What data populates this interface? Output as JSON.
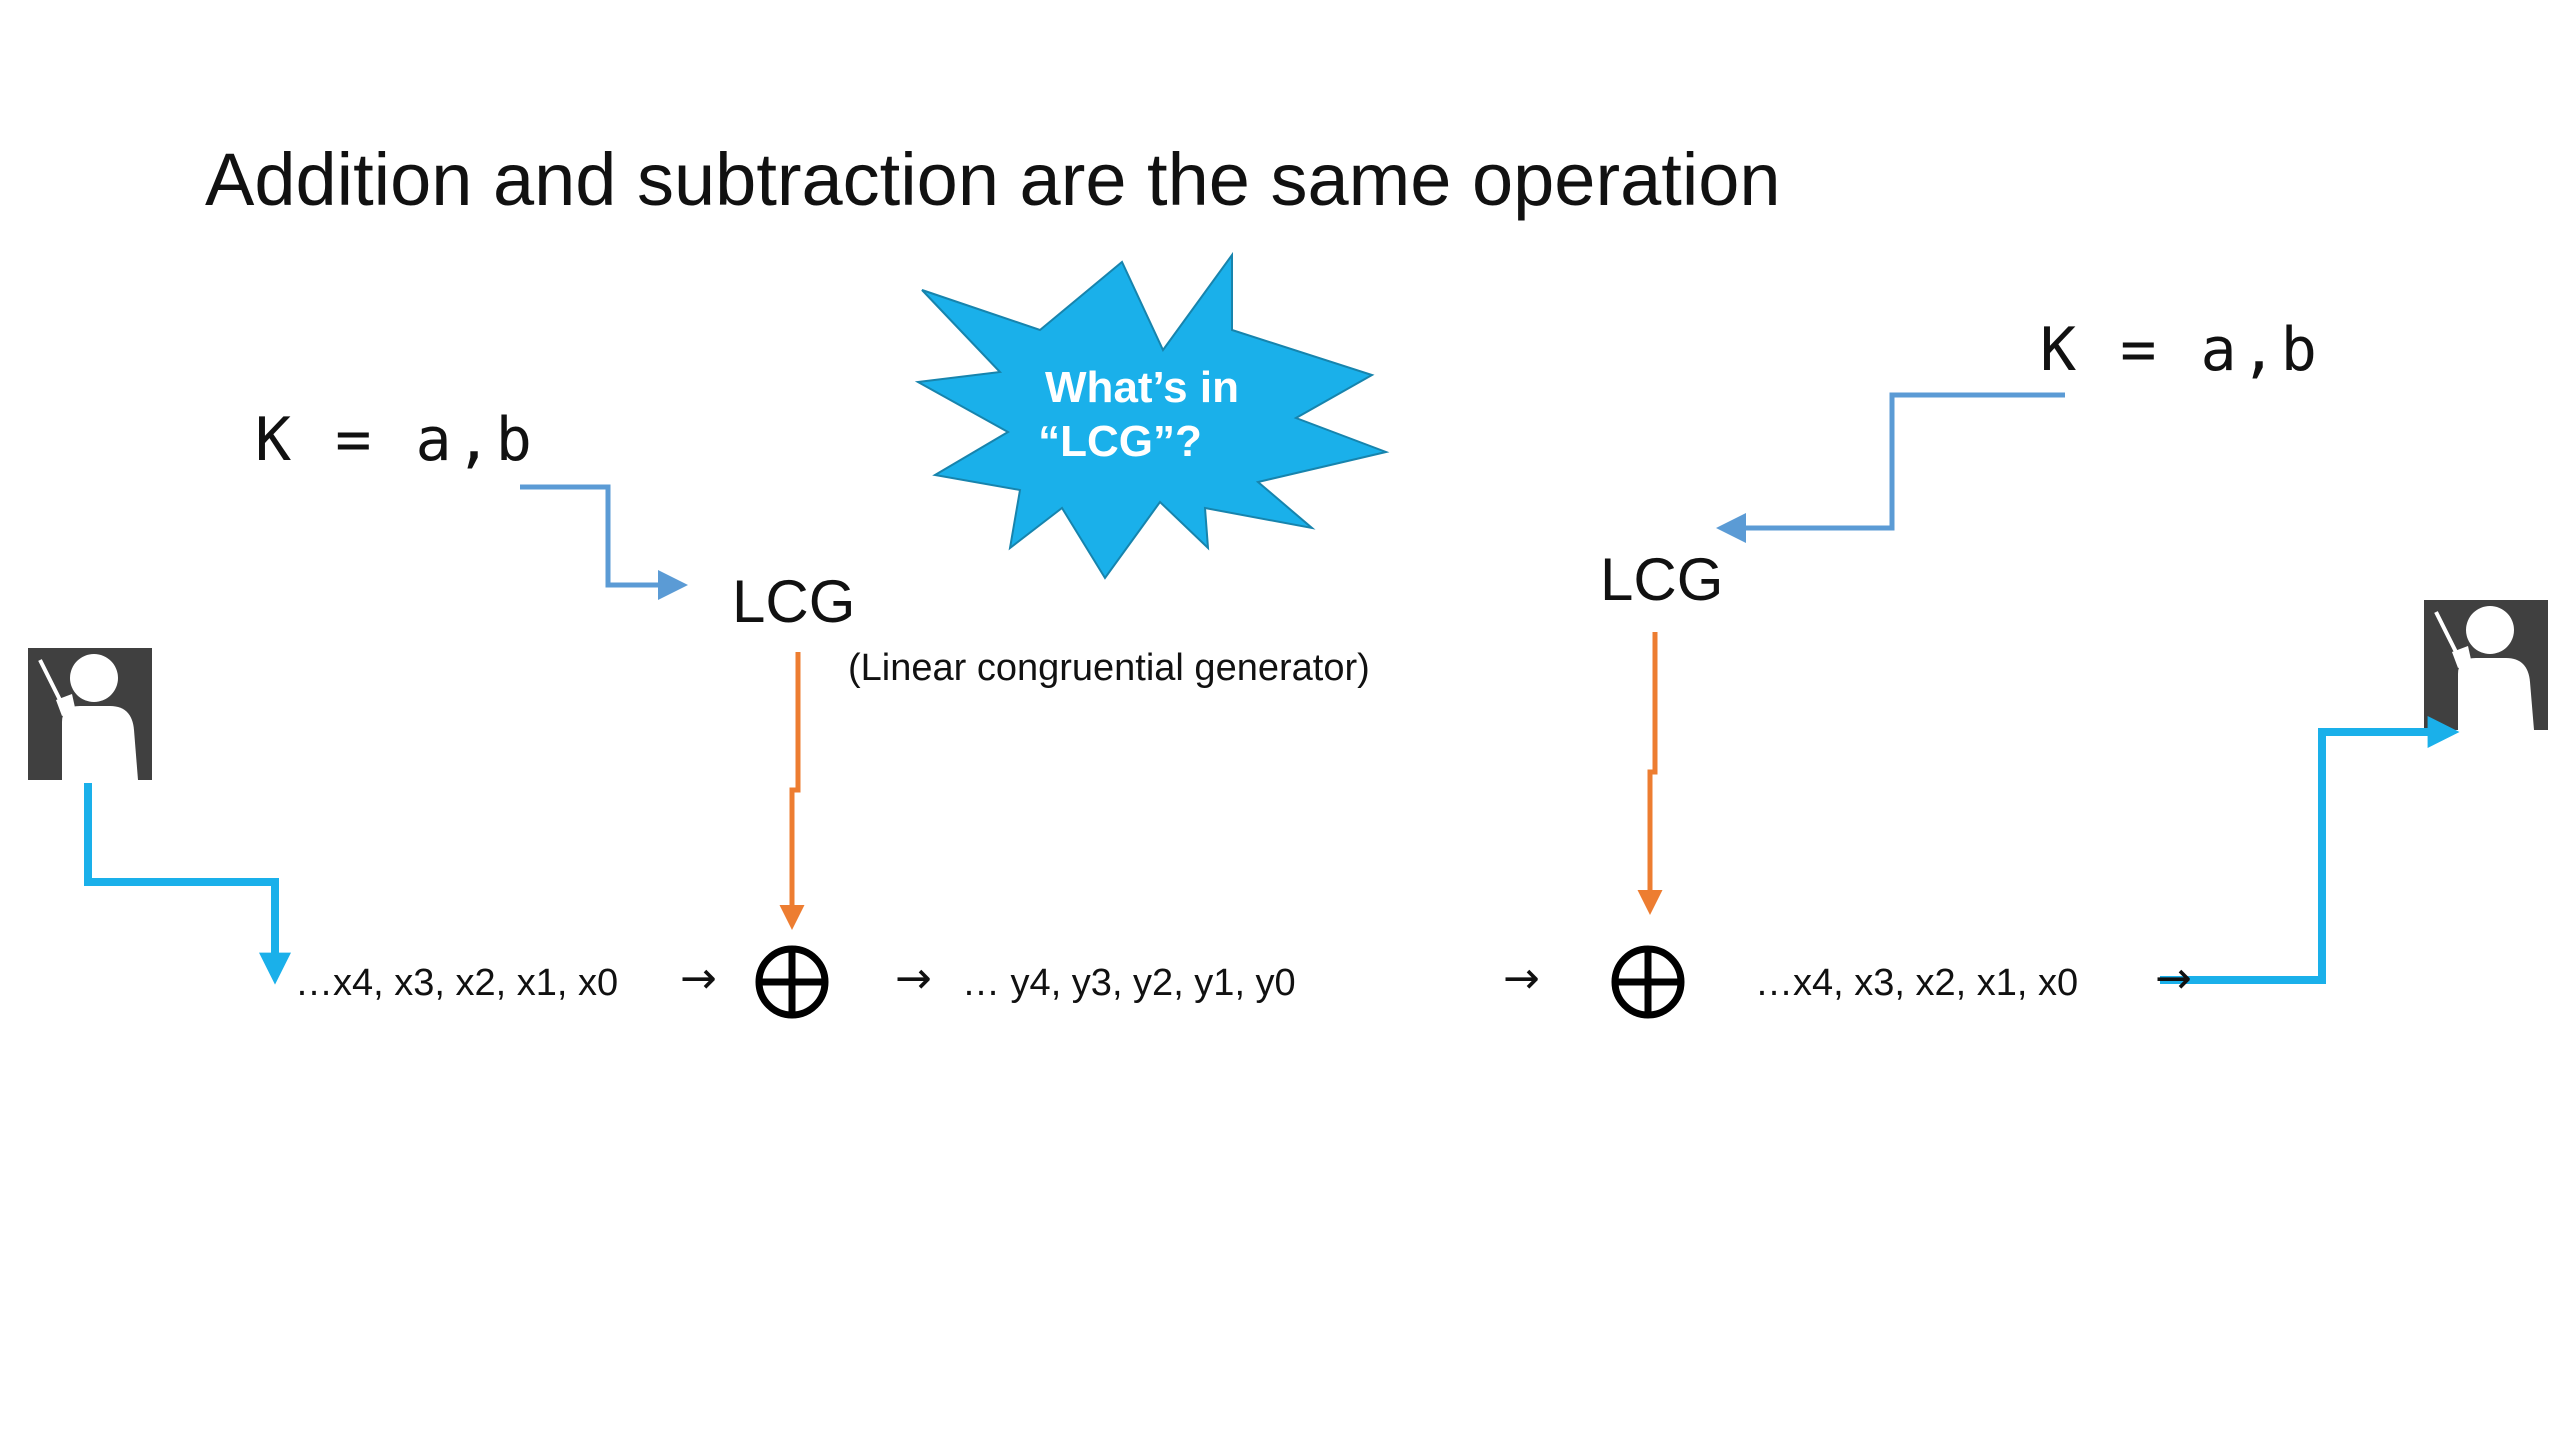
{
  "title": "Addition and subtraction are the same operation",
  "left_key": "K = a,b",
  "right_key": "K = a,b",
  "left_lcg": "LCG",
  "right_lcg": "LCG",
  "lcg_expansion": "(Linear congruential generator)",
  "callout": {
    "line1": "What’s in",
    "line2": "“LCG”?"
  },
  "plaintext_in": "…x4, x3, x2, x1, x0",
  "ciphertext": "… y4,  y3,  y2,  y1,  y0",
  "plaintext_out": "…x4, x3, x2, x1, x0",
  "arrow_symbol": "→",
  "xor_symbol": "⊕",
  "colors": {
    "key_arrow": "#5b9bd5",
    "keystream_arrow": "#ed7d31",
    "data_arrow": "#1ab0ea",
    "burst_fill": "#1ab0ea",
    "user_icon_bg": "#404040"
  },
  "icons": [
    "sender-icon",
    "receiver-icon"
  ]
}
